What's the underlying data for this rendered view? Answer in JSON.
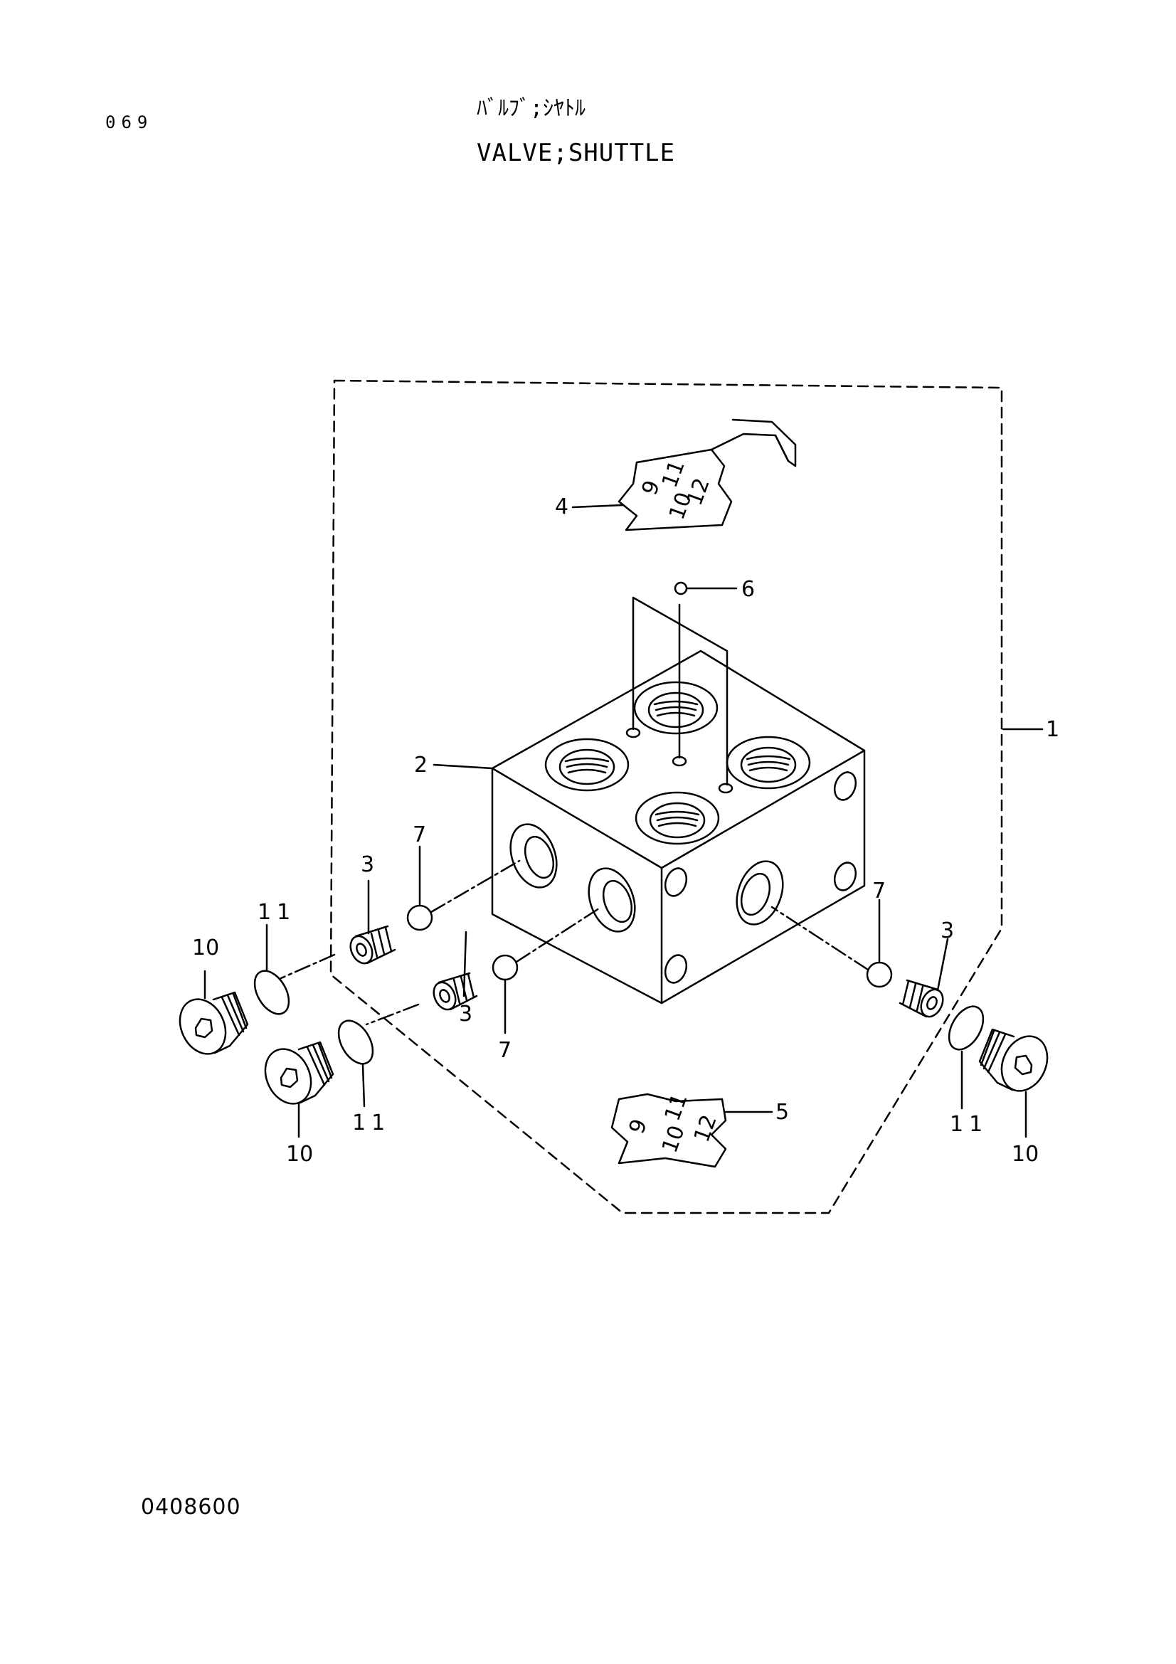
{
  "header": {
    "page_number": "069",
    "title_ja": "ﾊﾞﾙﾌﾞ;ｼﾔﾄﾙ",
    "title_en": "VALVE;SHUTTLE"
  },
  "footer": {
    "drawing_number": "0408600"
  },
  "callouts": [
    {
      "id": "c1",
      "label": "1"
    },
    {
      "id": "c2",
      "label": "2"
    },
    {
      "id": "c3a",
      "label": "3"
    },
    {
      "id": "c3b",
      "label": "3"
    },
    {
      "id": "c3c",
      "label": "3"
    },
    {
      "id": "c4",
      "label": "4"
    },
    {
      "id": "c5",
      "label": "5"
    },
    {
      "id": "c6",
      "label": "6"
    },
    {
      "id": "c7a",
      "label": "7"
    },
    {
      "id": "c7b",
      "label": "7"
    },
    {
      "id": "c7c",
      "label": "7"
    },
    {
      "id": "c10a",
      "label": "10"
    },
    {
      "id": "c10b",
      "label": "10"
    },
    {
      "id": "c10c",
      "label": "10"
    },
    {
      "id": "c11a",
      "label": "11"
    },
    {
      "id": "c11b",
      "label": "11"
    },
    {
      "id": "c11c",
      "label": "11"
    }
  ],
  "plate_top_marks": [
    "11",
    "9",
    "12",
    "10"
  ],
  "plate_bottom_marks": [
    "11",
    "9",
    "10",
    "12"
  ]
}
